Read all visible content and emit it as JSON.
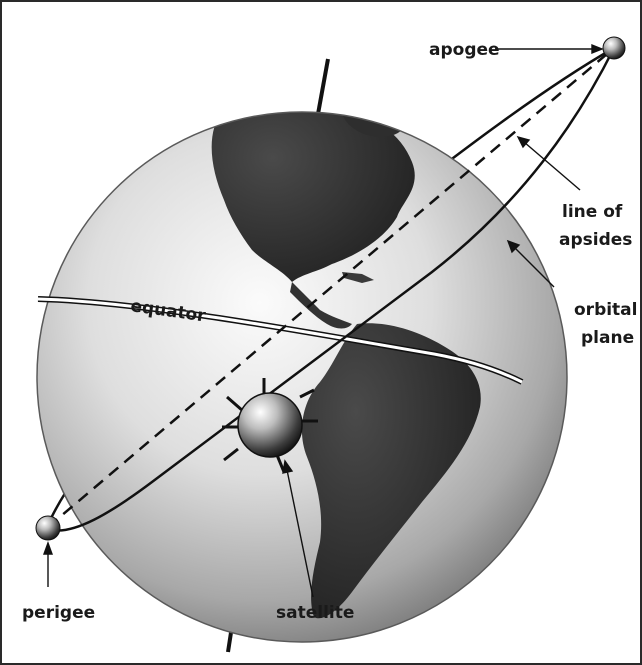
{
  "labels": {
    "apogee": "apogee",
    "line_of_apsides": [
      "line of",
      "apsides"
    ],
    "orbital_plane": [
      "orbital",
      "plane"
    ],
    "equator": "equator",
    "perigee": "perigee",
    "satellite": "satellite"
  },
  "colors": {
    "frame": "#2a2a2a",
    "line": "#111111",
    "ocean_light": "#f4f4f4",
    "ocean_dark": "#6e6e6e",
    "land": "#3a3a3a"
  }
}
